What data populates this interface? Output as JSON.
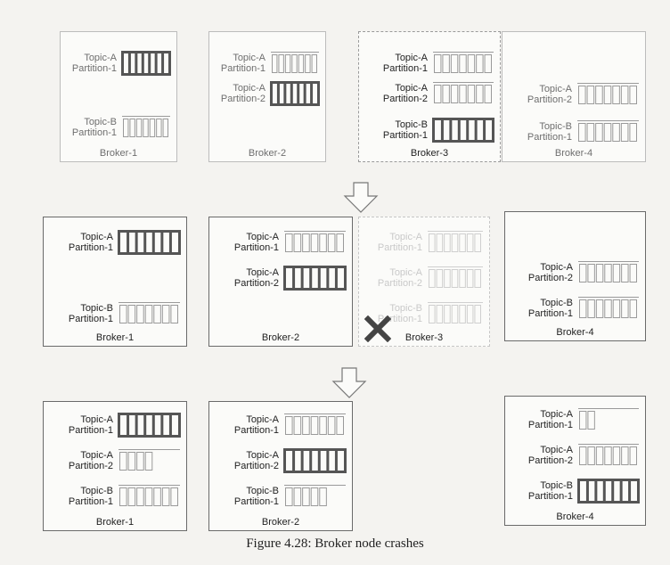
{
  "caption": "Figure 4.28: Broker node crashes",
  "colors": {
    "leader": "#555555",
    "follower": "#9a9a9a",
    "faint": "#cfcfcf",
    "crash": "#444444"
  },
  "stages": [
    {
      "brokers": [
        {
          "name": "Broker-1",
          "partitions": [
            {
              "topic": "Topic-A",
              "partition": "Partition-1",
              "role": "leader",
              "fill": 1
            },
            {
              "topic": "Topic-B",
              "partition": "Partition-1",
              "role": "follower",
              "fill": 1
            }
          ]
        },
        {
          "name": "Broker-2",
          "partitions": [
            {
              "topic": "Topic-A",
              "partition": "Partition-1",
              "role": "follower",
              "fill": 1
            },
            {
              "topic": "Topic-A",
              "partition": "Partition-2",
              "role": "leader",
              "fill": 1
            }
          ]
        },
        {
          "name": "Broker-3",
          "partitions": [
            {
              "topic": "Topic-A",
              "partition": "Partition-1",
              "role": "follower",
              "fill": 1
            },
            {
              "topic": "Topic-A",
              "partition": "Partition-2",
              "role": "follower",
              "fill": 1
            },
            {
              "topic": "Topic-B",
              "partition": "Partition-1",
              "role": "leader",
              "fill": 1
            }
          ]
        },
        {
          "name": "Broker-4",
          "partitions": [
            {
              "topic": "Topic-A",
              "partition": "Partition-2",
              "role": "follower",
              "fill": 1
            },
            {
              "topic": "Topic-B",
              "partition": "Partition-1",
              "role": "follower",
              "fill": 1
            }
          ]
        }
      ]
    },
    {
      "brokers": [
        {
          "name": "Broker-1",
          "partitions": [
            {
              "topic": "Topic-A",
              "partition": "Partition-1",
              "role": "leader",
              "fill": 1
            },
            {
              "topic": "Topic-B",
              "partition": "Partition-1",
              "role": "follower",
              "fill": 1
            }
          ]
        },
        {
          "name": "Broker-2",
          "partitions": [
            {
              "topic": "Topic-A",
              "partition": "Partition-1",
              "role": "follower",
              "fill": 1
            },
            {
              "topic": "Topic-A",
              "partition": "Partition-2",
              "role": "leader",
              "fill": 1
            }
          ]
        },
        {
          "name": "Broker-3",
          "crashed": true,
          "partitions": [
            {
              "topic": "Topic-A",
              "partition": "Partition-1",
              "role": "faint",
              "fill": 1
            },
            {
              "topic": "Topic-A",
              "partition": "Partition-2",
              "role": "faint",
              "fill": 1
            },
            {
              "topic": "Topic-B",
              "partition": "Partition-1",
              "role": "faint",
              "fill": 1
            }
          ]
        },
        {
          "name": "Broker-4",
          "partitions": [
            {
              "topic": "Topic-A",
              "partition": "Partition-2",
              "role": "follower",
              "fill": 1
            },
            {
              "topic": "Topic-B",
              "partition": "Partition-1",
              "role": "follower",
              "fill": 1
            }
          ]
        }
      ]
    },
    {
      "brokers": [
        {
          "name": "Broker-1",
          "partitions": [
            {
              "topic": "Topic-A",
              "partition": "Partition-1",
              "role": "leader",
              "fill": 1
            },
            {
              "topic": "Topic-A",
              "partition": "Partition-2",
              "role": "follower",
              "fill": 0.57
            },
            {
              "topic": "Topic-B",
              "partition": "Partition-1",
              "role": "follower",
              "fill": 1
            }
          ]
        },
        {
          "name": "Broker-2",
          "partitions": [
            {
              "topic": "Topic-A",
              "partition": "Partition-1",
              "role": "follower",
              "fill": 1
            },
            {
              "topic": "Topic-A",
              "partition": "Partition-2",
              "role": "leader",
              "fill": 1
            },
            {
              "topic": "Topic-B",
              "partition": "Partition-1",
              "role": "follower",
              "fill": 0.71
            }
          ]
        },
        {
          "name": "Broker-4",
          "partitions": [
            {
              "topic": "Topic-A",
              "partition": "Partition-1",
              "role": "follower",
              "fill": 0.29
            },
            {
              "topic": "Topic-A",
              "partition": "Partition-2",
              "role": "follower",
              "fill": 1
            },
            {
              "topic": "Topic-B",
              "partition": "Partition-1",
              "role": "leader",
              "fill": 1
            }
          ]
        }
      ]
    }
  ]
}
